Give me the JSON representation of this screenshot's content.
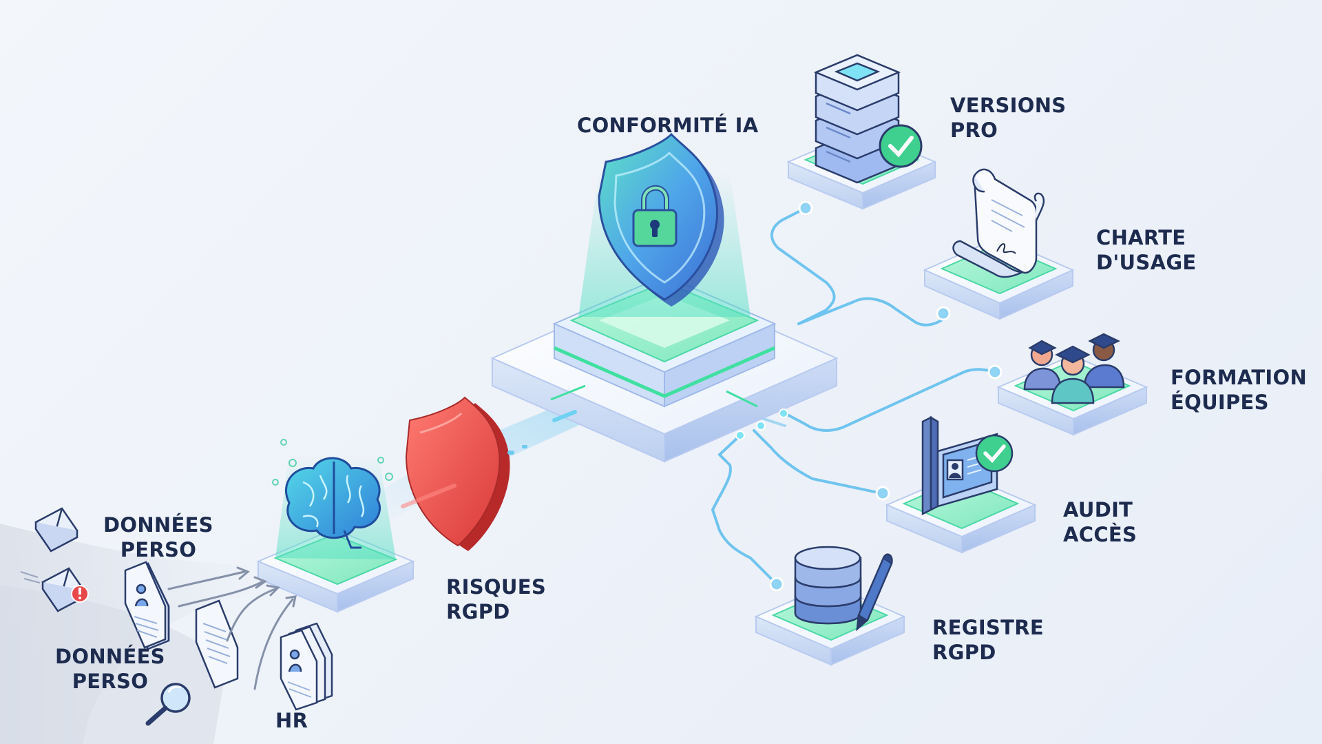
{
  "diagram": {
    "hub": {
      "title": "CONFORMITÉ IA"
    },
    "risk": {
      "line1": "RISQUES",
      "line2": "RGPD"
    },
    "inputs": [
      {
        "line1": "DONNÉES",
        "line2": "PERSO"
      },
      {
        "line1": "DONNÉES",
        "line2": "PERSO"
      },
      {
        "line1": "HR"
      }
    ],
    "outputs": [
      {
        "id": "versions",
        "line1": "VERSIONS",
        "line2": "PRO",
        "icon": "server-check-icon"
      },
      {
        "id": "charte",
        "line1": "CHARTE",
        "line2": "D'USAGE",
        "icon": "signed-scroll-icon"
      },
      {
        "id": "formation",
        "line1": "FORMATION",
        "line2": "ÉQUIPES",
        "icon": "graduates-icon"
      },
      {
        "id": "audit",
        "line1": "AUDIT",
        "line2": "ACCÈS",
        "icon": "access-badge-icon"
      },
      {
        "id": "registre",
        "line1": "REGISTRE",
        "line2": "RGPD",
        "icon": "database-pen-icon"
      }
    ],
    "colors": {
      "accent_green": "#3fe0a0",
      "accent_blue": "#5b9cf0",
      "risk_red": "#e84a4a",
      "text": "#1d2b4f",
      "connector": "#6fc4ef"
    }
  }
}
